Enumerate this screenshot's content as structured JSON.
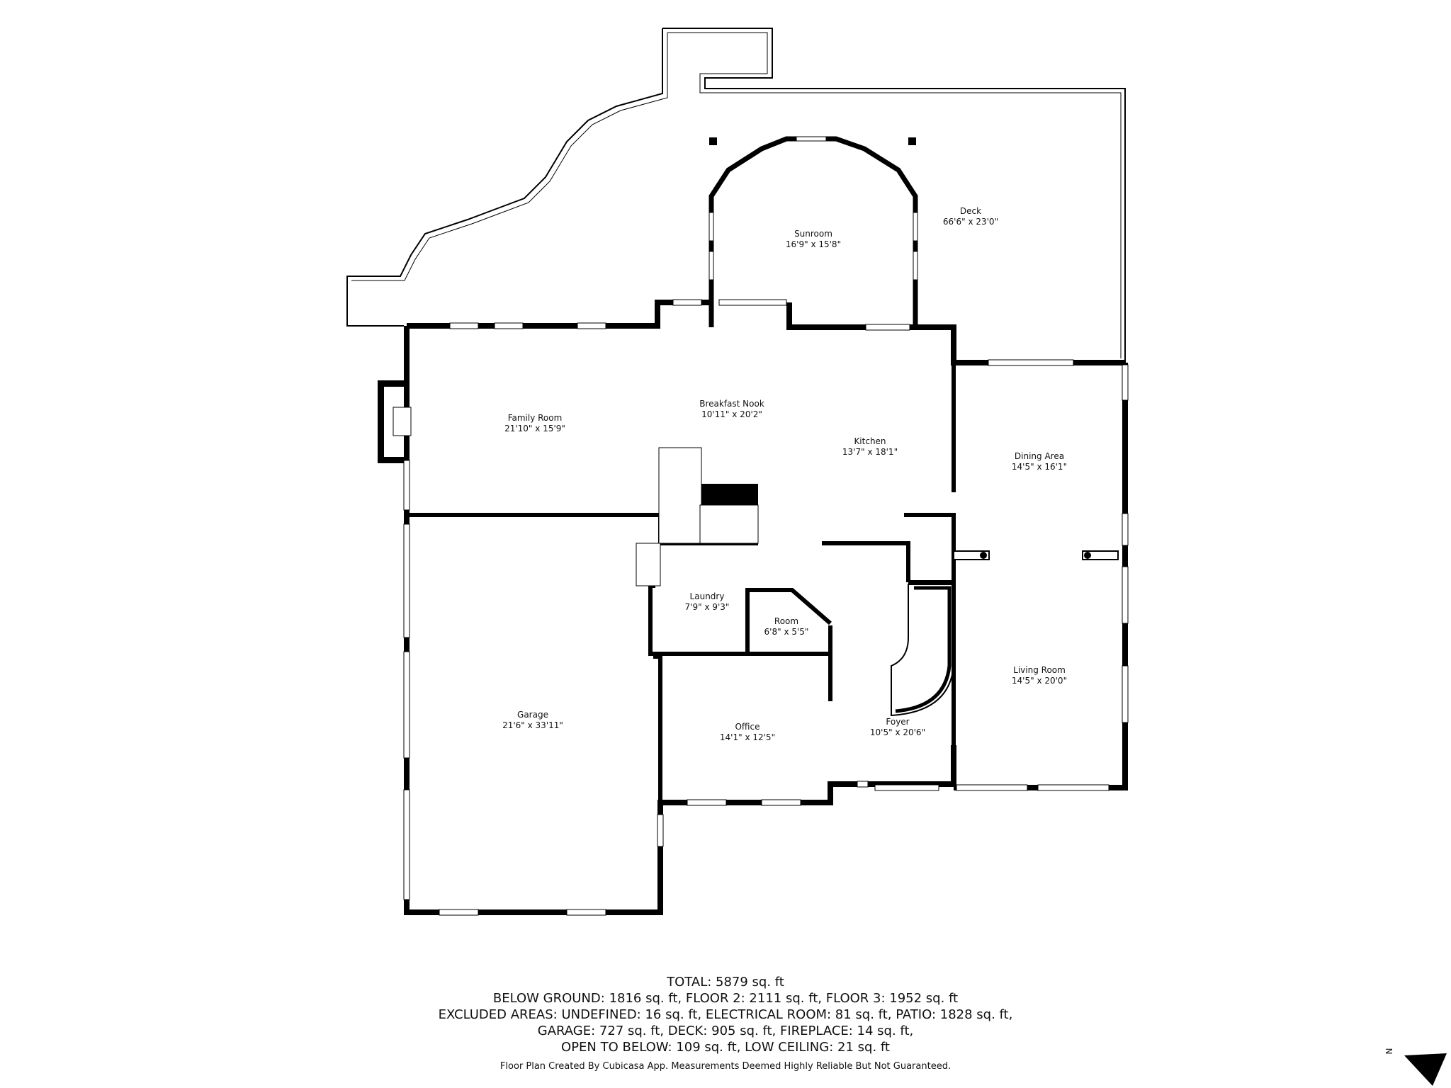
{
  "rooms": [
    {
      "name": "Deck",
      "dims": "66'6\" x 23'0\""
    },
    {
      "name": "Sunroom",
      "dims": "16'9\" x 15'8\""
    },
    {
      "name": "Family Room",
      "dims": "21'10\" x 15'9\""
    },
    {
      "name": "Breakfast Nook",
      "dims": "10'11\" x 20'2\""
    },
    {
      "name": "Kitchen",
      "dims": "13'7\" x 18'1\""
    },
    {
      "name": "Dining Area",
      "dims": "14'5\" x 16'1\""
    },
    {
      "name": "Laundry",
      "dims": "7'9\" x 9'3\""
    },
    {
      "name": "Room",
      "dims": "6'8\" x 5'5\""
    },
    {
      "name": "Garage",
      "dims": "21'6\" x 33'11\""
    },
    {
      "name": "Office",
      "dims": "14'1\" x 12'5\""
    },
    {
      "name": "Foyer",
      "dims": "10'5\" x 20'6\""
    },
    {
      "name": "Living Room",
      "dims": "14'5\" x 20'0\""
    }
  ],
  "summary": [
    "TOTAL: 5879 sq. ft",
    "BELOW GROUND: 1816 sq. ft, FLOOR 2: 2111 sq. ft, FLOOR 3: 1952 sq. ft",
    "EXCLUDED AREAS: UNDEFINED: 16 sq. ft, ELECTRICAL ROOM: 81 sq. ft, PATIO: 1828 sq. ft,",
    "GARAGE: 727 sq. ft, DECK: 905 sq. ft, FIREPLACE: 14 sq. ft,",
    "OPEN TO BELOW: 109 sq. ft, LOW CEILING: 21 sq. ft"
  ],
  "credit": "Floor Plan Created By Cubicasa App. Measurements Deemed Highly Reliable But Not Guaranteed.",
  "compass": {
    "label": "N"
  },
  "colors": {
    "wall": "#000000",
    "background": "#ffffff"
  }
}
